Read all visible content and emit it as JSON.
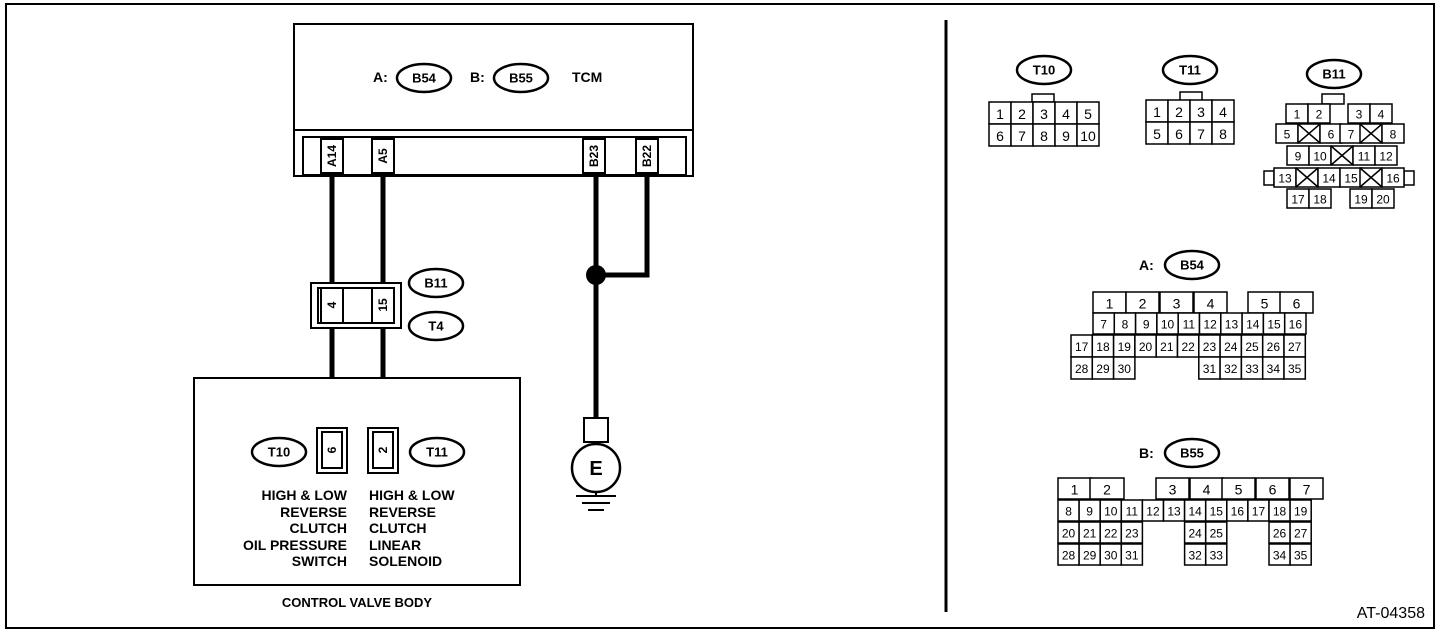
{
  "tcm": {
    "a_prefix": "A:",
    "a_conn": "B54",
    "b_prefix": "B:",
    "b_conn": "B55",
    "name": "TCM",
    "pins": [
      "A14",
      "A5",
      "B23",
      "B22"
    ]
  },
  "joint": {
    "conn_top": "B11",
    "conn_bottom": "T4",
    "pins": [
      "4",
      "15"
    ]
  },
  "valve_body": {
    "title": "CONTROL VALVE BODY",
    "left_conn": "T10",
    "left_pin": "6",
    "right_conn": "T11",
    "right_pin": "2",
    "left_label": [
      "HIGH & LOW",
      "REVERSE",
      "CLUTCH",
      "OIL PRESSURE",
      "SWITCH"
    ],
    "right_label": [
      "HIGH & LOW",
      "REVERSE",
      "CLUTCH",
      "LINEAR",
      "SOLENOID"
    ]
  },
  "ground": {
    "label": "E"
  },
  "connectors": {
    "t10": {
      "name": "T10",
      "rows": [
        [
          "1",
          "2",
          "3",
          "4",
          "5"
        ],
        [
          "6",
          "7",
          "8",
          "9",
          "10"
        ]
      ]
    },
    "t11": {
      "name": "T11",
      "rows": [
        [
          "1",
          "2",
          "3",
          "4"
        ],
        [
          "5",
          "6",
          "7",
          "8"
        ]
      ]
    },
    "b11": {
      "name": "B11"
    },
    "b54": {
      "prefix": "A:",
      "name": "B54"
    },
    "b55": {
      "prefix": "B:",
      "name": "B55"
    }
  },
  "figure_id": "AT-04358"
}
